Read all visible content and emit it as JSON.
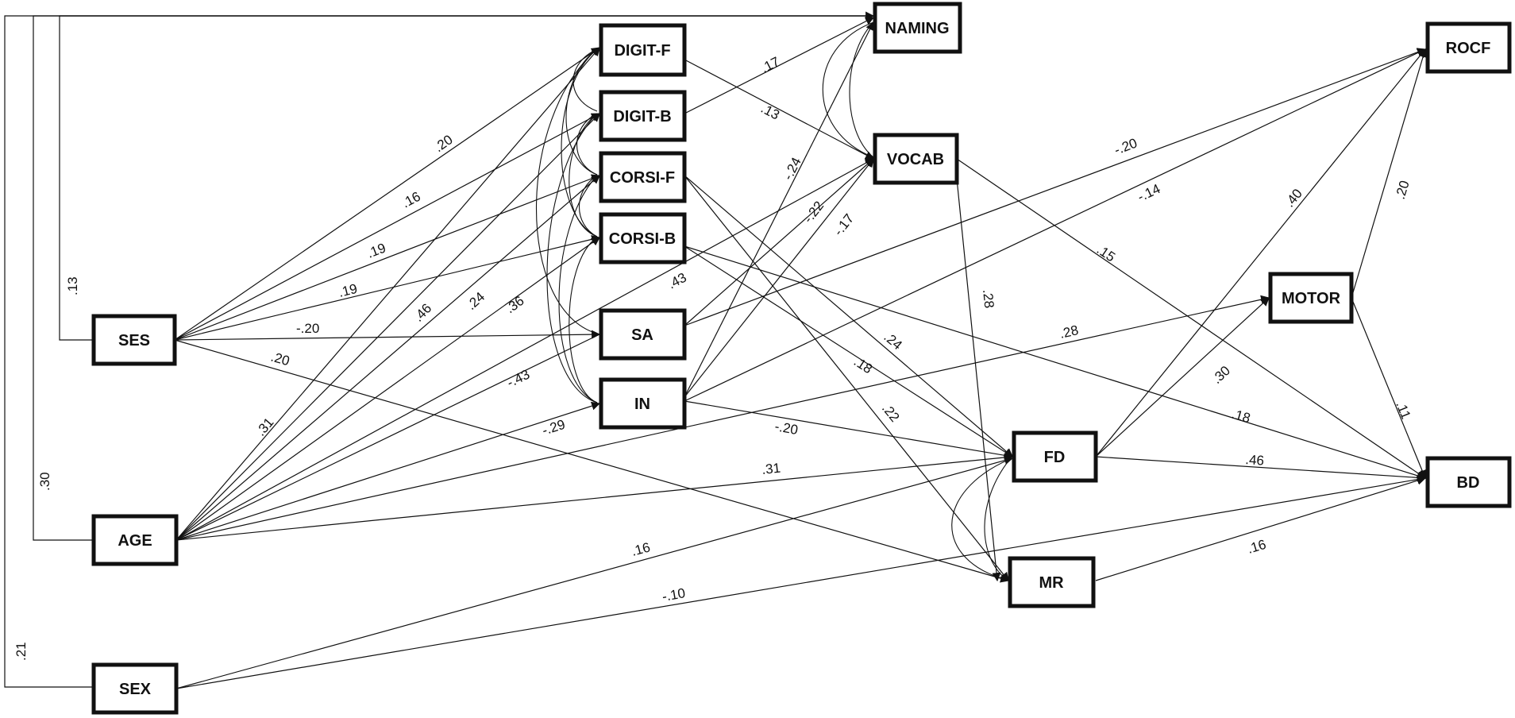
{
  "nodes": {
    "ses": "SES",
    "age": "AGE",
    "sex": "SEX",
    "digit_f": "DIGIT-F",
    "digit_b": "DIGIT-B",
    "corsi_f": "CORSI-F",
    "corsi_b": "CORSI-B",
    "sa": "SA",
    "in": "IN",
    "naming": "NAMING",
    "vocab": "VOCAB",
    "fd": "FD",
    "mr": "MR",
    "motor": "MOTOR",
    "rocf": "ROCF",
    "bd": "BD"
  },
  "coefficients": {
    "ses_naming": ".13",
    "age_naming": ".30",
    "sex_naming": ".21",
    "ses_digit_f": ".20",
    "ses_digit_b": ".16",
    "ses_corsi_f": ".19",
    "ses_corsi_b": ".19",
    "ses_sa": "-.20",
    "ses_mr": ".20",
    "age_digit_f": ".31",
    "age_digit_b": ".46",
    "age_corsi_f": ".24",
    "age_corsi_b": ".36",
    "age_vocab": ".43",
    "age_in": "-.29",
    "age_sa": "-.43",
    "age_fd": ".31",
    "age_motor": ".28",
    "sex_fd": ".16",
    "sex_bd": "-.10",
    "digit_b_naming": ".17",
    "digit_f_vocab": ".13",
    "in_naming": "-.24",
    "in_vocab": "-.22",
    "in_vocab_2": "-.17",
    "in_fd": "-.20",
    "sa_rocf": "-.20",
    "in_rocf": "-.14",
    "vocab_bd": ".15",
    "vocab_mr": ".28",
    "corsi_f_fd": ".24",
    "corsi_f_mr": ".22",
    "corsi_b_fd": ".18",
    "corsi_b_bd": ".18",
    "fd_rocf": ".40",
    "fd_motor": ".30",
    "fd_bd": ".46",
    "motor_rocf": ".20",
    "motor_bd": ".11",
    "mr_bd": ".16"
  }
}
